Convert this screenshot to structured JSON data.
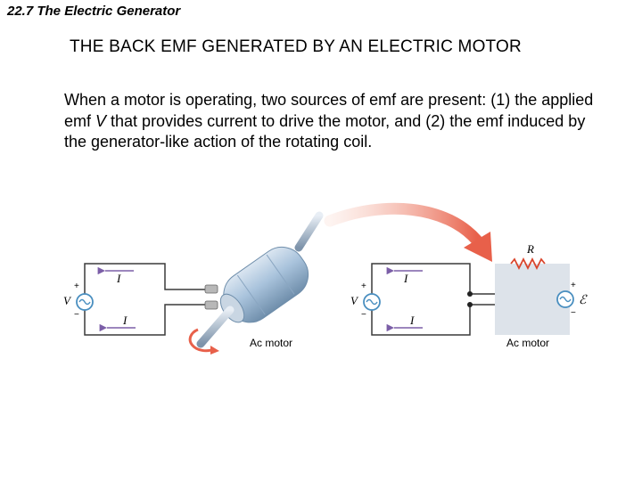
{
  "header": {
    "section": "22.7 The Electric Generator"
  },
  "slide": {
    "title": "THE BACK EMF GENERATED BY AN ELECTRIC MOTOR",
    "body_before": "When a motor is operating, two sources of emf are present: (1) the applied emf ",
    "body_var": "V",
    "body_after": " that provides current to drive the motor, and (2) the emf induced by the generator-like action of the rotating coil."
  },
  "figure": {
    "left": {
      "source_label": "V",
      "plus": "+",
      "minus": "−",
      "current_top": "I",
      "current_bottom": "I",
      "motor_label": "Ac motor"
    },
    "right": {
      "source_label": "V",
      "plus": "+",
      "minus": "−",
      "current_top": "I",
      "current_bottom": "I",
      "resistor_label": "R",
      "emf_label": "ℰ",
      "emf_plus": "+",
      "emf_minus": "−",
      "motor_label": "Ac motor"
    },
    "colors": {
      "wire": "#3a3a3a",
      "arrow": "#7b5ea7",
      "resistor": "#d9442b",
      "source": "#4a8fc0",
      "motor_box": "#dde3ea",
      "curve_arrow": "#e8604a",
      "motor_body": "#a9c3dc"
    }
  }
}
